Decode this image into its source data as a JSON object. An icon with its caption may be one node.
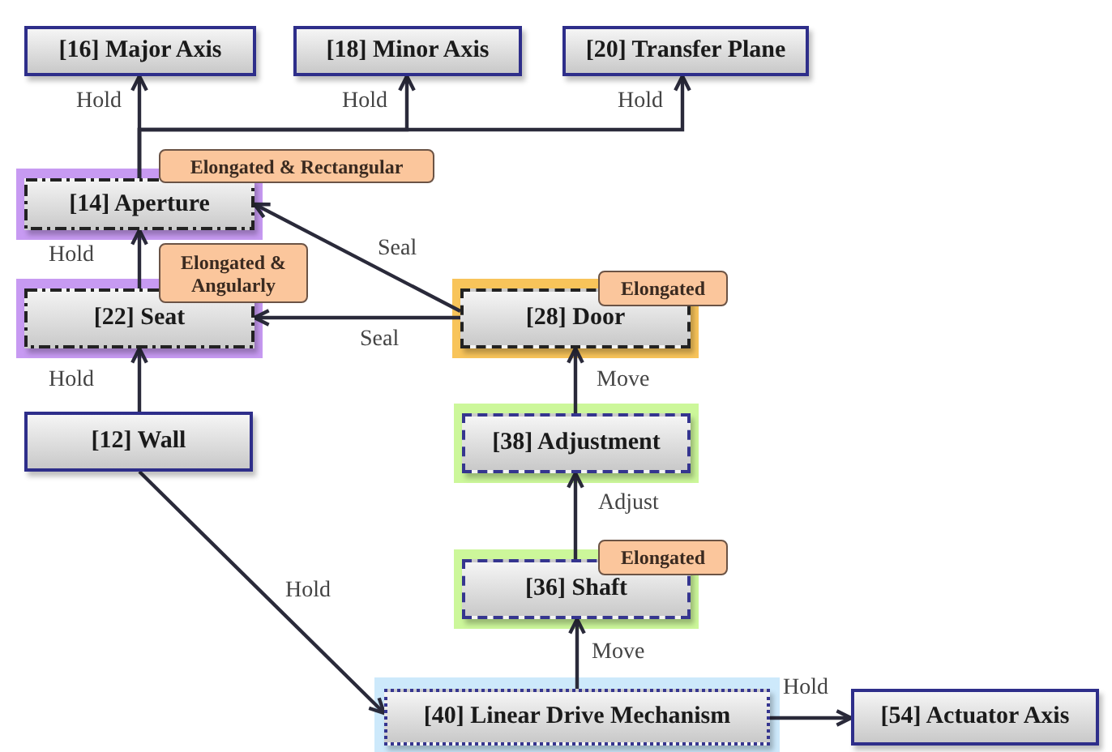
{
  "diagram": {
    "nodes": [
      {
        "text": [
          "[16] Major Axis"
        ]
      },
      {
        "text": [
          "[18] Minor Axis"
        ]
      },
      {
        "text": [
          "[20] Transfer Plane"
        ]
      },
      {
        "text": [
          "[14] Aperture"
        ]
      },
      {
        "text": [
          "Elongated & Rectangular"
        ]
      },
      {
        "text": [
          "[22] Seat"
        ]
      },
      {
        "text": [
          "Elongated & Angularly"
        ]
      },
      {
        "text": [
          "[28] Door"
        ]
      },
      {
        "text": [
          "Elongated"
        ]
      },
      {
        "text": [
          "[12] Wall"
        ]
      },
      {
        "text": [
          "[38] Adjustment"
        ]
      },
      {
        "text": [
          "[36] Shaft"
        ]
      },
      {
        "text": [
          "Elongated"
        ]
      },
      {
        "text": [
          "[40] Linear Drive Mechanism"
        ]
      },
      {
        "text": [
          "[54] Actuator Axis"
        ]
      }
    ],
    "edges": [
      {
        "from": 3,
        "to": 0,
        "arrow": "to",
        "label": "Hold"
      },
      {
        "from": 3,
        "to": 1,
        "arrow": "to",
        "label": "Hold"
      },
      {
        "from": 3,
        "to": 2,
        "arrow": "to",
        "label": "Hold"
      },
      {
        "from": 5,
        "to": 3,
        "arrow": "to",
        "label": "Hold"
      },
      {
        "from": 9,
        "to": 5,
        "arrow": "to",
        "label": "Hold"
      },
      {
        "from": 7,
        "to": 3,
        "arrow": "to",
        "label": "Seal"
      },
      {
        "from": 7,
        "to": 5,
        "arrow": "to",
        "label": "Seal"
      },
      {
        "from": 10,
        "to": 7,
        "arrow": "to",
        "label": "Move"
      },
      {
        "from": 11,
        "to": 10,
        "arrow": "to",
        "label": "Adjust"
      },
      {
        "from": 13,
        "to": 11,
        "arrow": "to",
        "label": "Move"
      },
      {
        "from": 9,
        "to": 13,
        "arrow": "to",
        "label": "Hold"
      },
      {
        "from": 13,
        "to": 14,
        "arrow": "to",
        "label": "Hold"
      }
    ]
  }
}
